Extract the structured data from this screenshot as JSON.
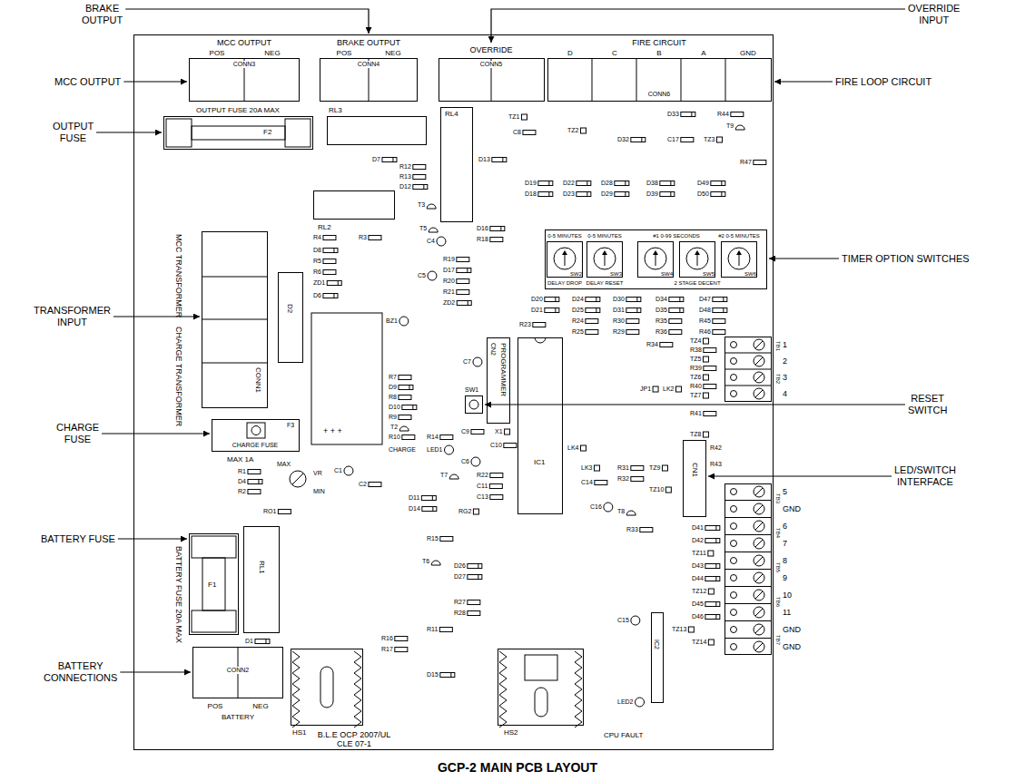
{
  "diagram": {
    "title": "GCP-2 MAIN PCB LAYOUT",
    "nodes": [
      {
        "text": [
          "B.L.E OCP 2007/UL CLE 07-1"
        ]
      },
      {
        "text": [
          "MCC OUTPUT",
          "POS",
          "NEG",
          "CONN3"
        ],
        "in": 0
      },
      {
        "text": [
          "BRAKE OUTPUT",
          "POS",
          "NEG",
          "CONN4"
        ],
        "in": 0
      },
      {
        "text": [
          "OVERRIDE",
          "CONN5"
        ],
        "in": 0
      },
      {
        "text": [
          "FIRE CIRCUIT",
          "D",
          "C",
          "B",
          "A",
          "GND",
          "CONN6"
        ],
        "in": 0
      },
      {
        "text": [
          "OUTPUT FUSE 20A MAX",
          "F2"
        ],
        "in": 0
      },
      {
        "text": [
          "RL3"
        ],
        "in": 0
      },
      {
        "text": [
          "RL4"
        ],
        "in": 0
      },
      {
        "text": [
          "RL2"
        ],
        "in": 0
      },
      {
        "text": [
          "#1 0-99 SECONDS",
          "#2 0-5 MINUTES",
          "2 STAGE DECENT"
        ],
        "in": 0
      },
      {
        "text": [
          "0-5 MINUTES",
          "SW2",
          "DELAY DROP"
        ],
        "in": 9
      },
      {
        "text": [
          "0-5 MINUTES",
          "SW3",
          "DELAY RESET"
        ],
        "in": 9
      },
      {
        "text": [
          "SW4"
        ],
        "in": 9
      },
      {
        "text": [
          "SW5"
        ],
        "in": 9
      },
      {
        "text": [
          "SW6"
        ],
        "in": 9
      },
      {
        "text": [
          "MCC TRANSFORMER",
          "CHARGE TRANSFORMER",
          "CONN1"
        ],
        "in": 0
      },
      {
        "text": [
          "D2"
        ],
        "in": 0
      },
      {
        "text": [
          "PROGRAMMER",
          "CN2"
        ],
        "in": 0
      },
      {
        "text": [
          "IC1"
        ],
        "in": 0
      },
      {
        "text": [
          "SW1"
        ],
        "in": 0
      },
      {
        "text": [
          "1",
          "2",
          "3",
          "4"
        ],
        "in": 0
      },
      {
        "text": [
          "CHARGE FUSE",
          "MAX 1A",
          "F3"
        ],
        "in": 0
      },
      {
        "text": [
          "CN1"
        ],
        "in": 0
      },
      {
        "text": [
          "5",
          "GND",
          "6",
          "7",
          "8",
          "9",
          "10",
          "11",
          "GND",
          "GND"
        ],
        "in": 0
      },
      {
        "text": [
          "BATTERY FUSE 20A MAX",
          "F1"
        ],
        "in": 0
      },
      {
        "text": [
          "RL1"
        ],
        "in": 0
      },
      {
        "text": [
          "IC2"
        ],
        "in": 0
      },
      {
        "text": [
          "POS",
          "NEG",
          "BATTERY",
          "CONN2"
        ],
        "in": 0
      },
      {
        "text": [
          "HS1"
        ],
        "in": 0
      },
      {
        "text": [
          "HS2"
        ],
        "in": 0
      }
    ],
    "labels": [
      "BRAKE OUTPUT",
      "OVERRIDE INPUT",
      "MCC OUTPUT",
      "FIRE LOOP CIRCUIT",
      "OUTPUT FUSE",
      "TIMER OPTION SWITCHES",
      "TRANSFORMER INPUT",
      "RESET SWITCH",
      "CHARGE FUSE",
      "LED/SWITCH INTERFACE",
      "BATTERY FUSE",
      "BATTERY CONNECTIONS",
      "TZ1",
      "C8",
      "TZ2",
      "D33",
      "R44",
      "D32",
      "C17",
      "TZ3",
      "T9",
      "R47",
      "D7",
      "R12",
      "R13",
      "D12",
      "T3",
      "D13",
      "D16",
      "R18",
      "D19",
      "D18",
      "D22",
      "D23",
      "D28",
      "D29",
      "D38",
      "D39",
      "D49",
      "D50",
      "D20",
      "D21",
      "D24",
      "D25",
      "D30",
      "D31",
      "D34",
      "D35",
      "D47",
      "D48",
      "R23",
      "R24",
      "R25",
      "R30",
      "R29",
      "R35",
      "R36",
      "R45",
      "R46",
      "R34",
      "TZ4",
      "R38",
      "TZ5",
      "R39",
      "TZ6",
      "R40",
      "TZ7",
      "R41",
      "JP1",
      "LK2",
      "R4",
      "R3",
      "D8",
      "R5",
      "R6",
      "ZD1",
      "D6",
      "BZ1",
      "T5",
      "C4",
      "R19",
      "D17",
      "R20",
      "R21",
      "ZD2",
      "C5",
      "C7",
      "C9",
      "X1",
      "C10",
      "LK4",
      "R7",
      "D9",
      "R8",
      "D10",
      "R9",
      "T2",
      "R10",
      "R14",
      "CHARGE",
      "LED1",
      "R1",
      "D4",
      "R2",
      "RO1",
      "MAX",
      "VR",
      "MIN",
      "C1",
      "C2",
      "D11",
      "D14",
      "T7",
      "C6",
      "R22",
      "C11",
      "C13",
      "RG2",
      "R15",
      "T6",
      "D26",
      "D27",
      "R27",
      "R28",
      "R11",
      "R16",
      "R17",
      "D15",
      "D1",
      "LK3",
      "C14",
      "R31",
      "R32",
      "TZ9",
      "TZ10",
      "TZ8",
      "R42",
      "R43",
      "C16",
      "T8",
      "R33",
      "D41",
      "D42",
      "TZ11",
      "D43",
      "D44",
      "TZ12",
      "D45",
      "D46",
      "TZ13",
      "TZ14",
      "C15",
      "LED2",
      "CPU FAULT",
      "+ + +",
      "TB1",
      "TB2",
      "TB3",
      "TB4",
      "TB5",
      "TB6",
      "TB7"
    ]
  }
}
